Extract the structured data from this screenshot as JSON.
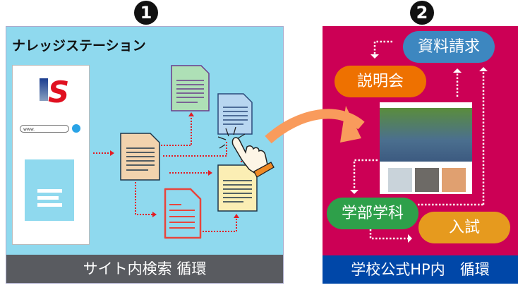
{
  "step1": {
    "number": "1",
    "title": "ナレッジステーション",
    "search_placeholder": "www.",
    "footer": "サイト内検索 循環"
  },
  "step2": {
    "number": "2",
    "pills": {
      "request": "資料請求",
      "briefing": "説明会",
      "faculty": "学部学科",
      "exam": "入試"
    },
    "footer": "学校公式HP内　循環"
  },
  "colors": {
    "left_bg": "#8fd9ee",
    "left_footer": "#595b60",
    "right_bg": "#cc0055",
    "right_footer": "#0047a8",
    "arrow": "#f99b5c"
  }
}
